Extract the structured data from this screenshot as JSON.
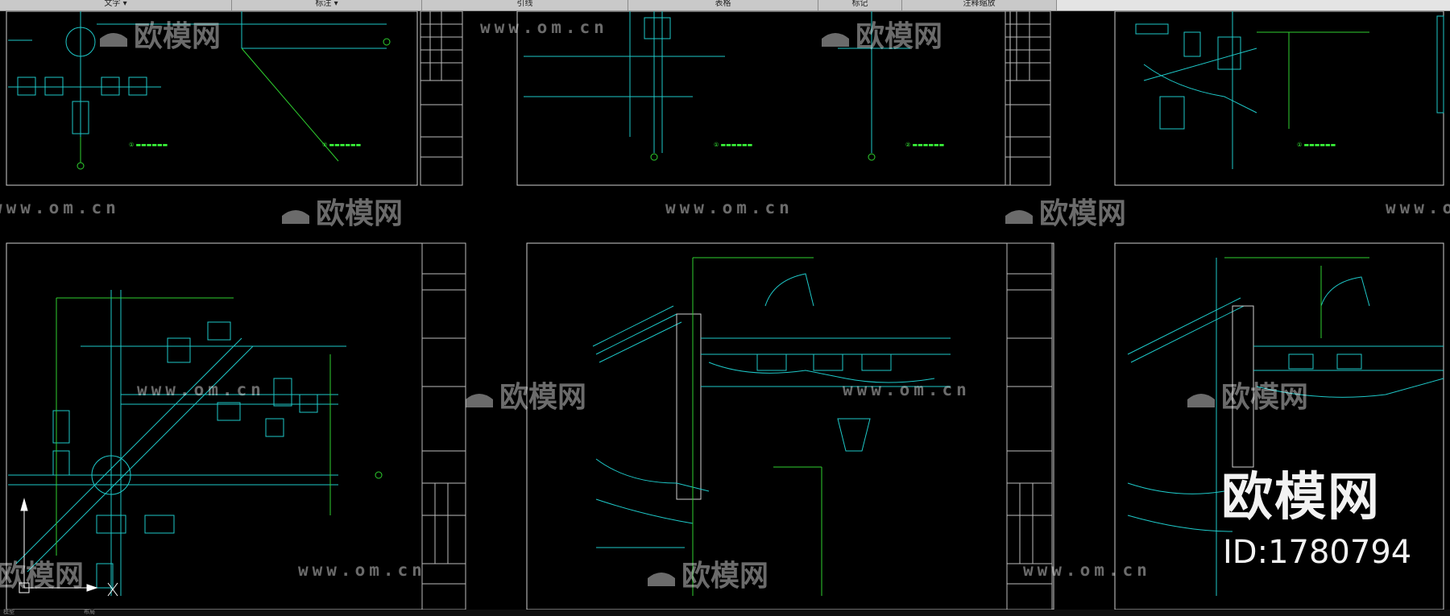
{
  "toolbar": {
    "tabs": [
      {
        "label": "文字"
      },
      {
        "label": "标注"
      },
      {
        "label": "引线"
      },
      {
        "label": "表格"
      },
      {
        "label": "标记"
      },
      {
        "label": "注释缩放"
      }
    ]
  },
  "watermark": {
    "brand": "欧模网",
    "url": "www.om.cn"
  },
  "overlay": {
    "brand": "欧模网",
    "id_label": "ID:1780794"
  },
  "status": {
    "left_item": "模型",
    "cursor": "布局"
  },
  "colors": {
    "background": "#000000",
    "lines_cyan": "#1ec8c8",
    "lines_green": "#2fd02f",
    "frame": "#cfcfcf",
    "note_green": "#3cff3c"
  }
}
